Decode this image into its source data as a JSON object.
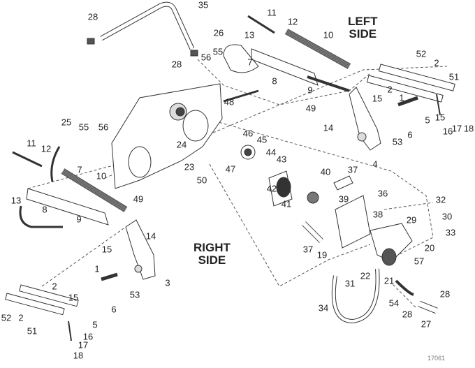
{
  "diagram": {
    "title": "Hydraulic lift assembly exploded view",
    "figure_number": "17061",
    "side_labels": {
      "left": [
        "LEFT",
        "SIDE"
      ],
      "right": [
        "RIGHT",
        "SIDE"
      ]
    },
    "callouts": [
      {
        "id": "c35",
        "text": "35"
      },
      {
        "id": "c28a",
        "text": "28"
      },
      {
        "id": "c28b",
        "text": "28"
      },
      {
        "id": "c26",
        "text": "26"
      },
      {
        "id": "c56a",
        "text": "56"
      },
      {
        "id": "c55a",
        "text": "55"
      },
      {
        "id": "c7a",
        "text": "7"
      },
      {
        "id": "c11a",
        "text": "11"
      },
      {
        "id": "c12a",
        "text": "12"
      },
      {
        "id": "c13a",
        "text": "13"
      },
      {
        "id": "c10a",
        "text": "10"
      },
      {
        "id": "c8a",
        "text": "8"
      },
      {
        "id": "c9a",
        "text": "9"
      },
      {
        "id": "c52a",
        "text": "52"
      },
      {
        "id": "c2a",
        "text": "2"
      },
      {
        "id": "c2b",
        "text": "2"
      },
      {
        "id": "c51a",
        "text": "51"
      },
      {
        "id": "c15a",
        "text": "15"
      },
      {
        "id": "c49a",
        "text": "49"
      },
      {
        "id": "c14a",
        "text": "14"
      },
      {
        "id": "c1a",
        "text": "1"
      },
      {
        "id": "c5a",
        "text": "5"
      },
      {
        "id": "c15b",
        "text": "15"
      },
      {
        "id": "c16a",
        "text": "16"
      },
      {
        "id": "c17a",
        "text": "17"
      },
      {
        "id": "c18a",
        "text": "18"
      },
      {
        "id": "c53a",
        "text": "53"
      },
      {
        "id": "c6a",
        "text": "6"
      },
      {
        "id": "c4",
        "text": "4"
      },
      {
        "id": "c48",
        "text": "48"
      },
      {
        "id": "c47",
        "text": "47"
      },
      {
        "id": "c46",
        "text": "46"
      },
      {
        "id": "c45",
        "text": "45"
      },
      {
        "id": "c44",
        "text": "44"
      },
      {
        "id": "c43",
        "text": "43"
      },
      {
        "id": "c42",
        "text": "42"
      },
      {
        "id": "c24",
        "text": "24"
      },
      {
        "id": "c23",
        "text": "23"
      },
      {
        "id": "c50",
        "text": "50"
      },
      {
        "id": "c25",
        "text": "25"
      },
      {
        "id": "c55b",
        "text": "55"
      },
      {
        "id": "c56b",
        "text": "56"
      },
      {
        "id": "c11b",
        "text": "11"
      },
      {
        "id": "c12b",
        "text": "12"
      },
      {
        "id": "c7b",
        "text": "7"
      },
      {
        "id": "c10b",
        "text": "10"
      },
      {
        "id": "c13b",
        "text": "13"
      },
      {
        "id": "c8b",
        "text": "8"
      },
      {
        "id": "c9b",
        "text": "9"
      },
      {
        "id": "c49b",
        "text": "49"
      },
      {
        "id": "c14b",
        "text": "14"
      },
      {
        "id": "c15c",
        "text": "15"
      },
      {
        "id": "c3",
        "text": "3"
      },
      {
        "id": "c1b",
        "text": "1"
      },
      {
        "id": "c53b",
        "text": "53"
      },
      {
        "id": "c6b",
        "text": "6"
      },
      {
        "id": "c5b",
        "text": "5"
      },
      {
        "id": "c2c",
        "text": "2"
      },
      {
        "id": "c2d",
        "text": "2"
      },
      {
        "id": "c15d",
        "text": "15"
      },
      {
        "id": "c52b",
        "text": "52"
      },
      {
        "id": "c51b",
        "text": "51"
      },
      {
        "id": "c16b",
        "text": "16"
      },
      {
        "id": "c17b",
        "text": "17"
      },
      {
        "id": "c18b",
        "text": "18"
      },
      {
        "id": "c40",
        "text": "40"
      },
      {
        "id": "c37a",
        "text": "37"
      },
      {
        "id": "c41",
        "text": "41"
      },
      {
        "id": "c39",
        "text": "39"
      },
      {
        "id": "c36",
        "text": "36"
      },
      {
        "id": "c38",
        "text": "38"
      },
      {
        "id": "c37b",
        "text": "37"
      },
      {
        "id": "c19",
        "text": "19"
      },
      {
        "id": "c32",
        "text": "32"
      },
      {
        "id": "c30",
        "text": "30"
      },
      {
        "id": "c29",
        "text": "29"
      },
      {
        "id": "c33",
        "text": "33"
      },
      {
        "id": "c20",
        "text": "20"
      },
      {
        "id": "c57",
        "text": "57"
      },
      {
        "id": "c22",
        "text": "22"
      },
      {
        "id": "c31",
        "text": "31"
      },
      {
        "id": "c21",
        "text": "21"
      },
      {
        "id": "c54",
        "text": "54"
      },
      {
        "id": "c28c",
        "text": "28"
      },
      {
        "id": "c28d",
        "text": "28"
      },
      {
        "id": "c27",
        "text": "27"
      },
      {
        "id": "c34",
        "text": "34"
      }
    ]
  }
}
